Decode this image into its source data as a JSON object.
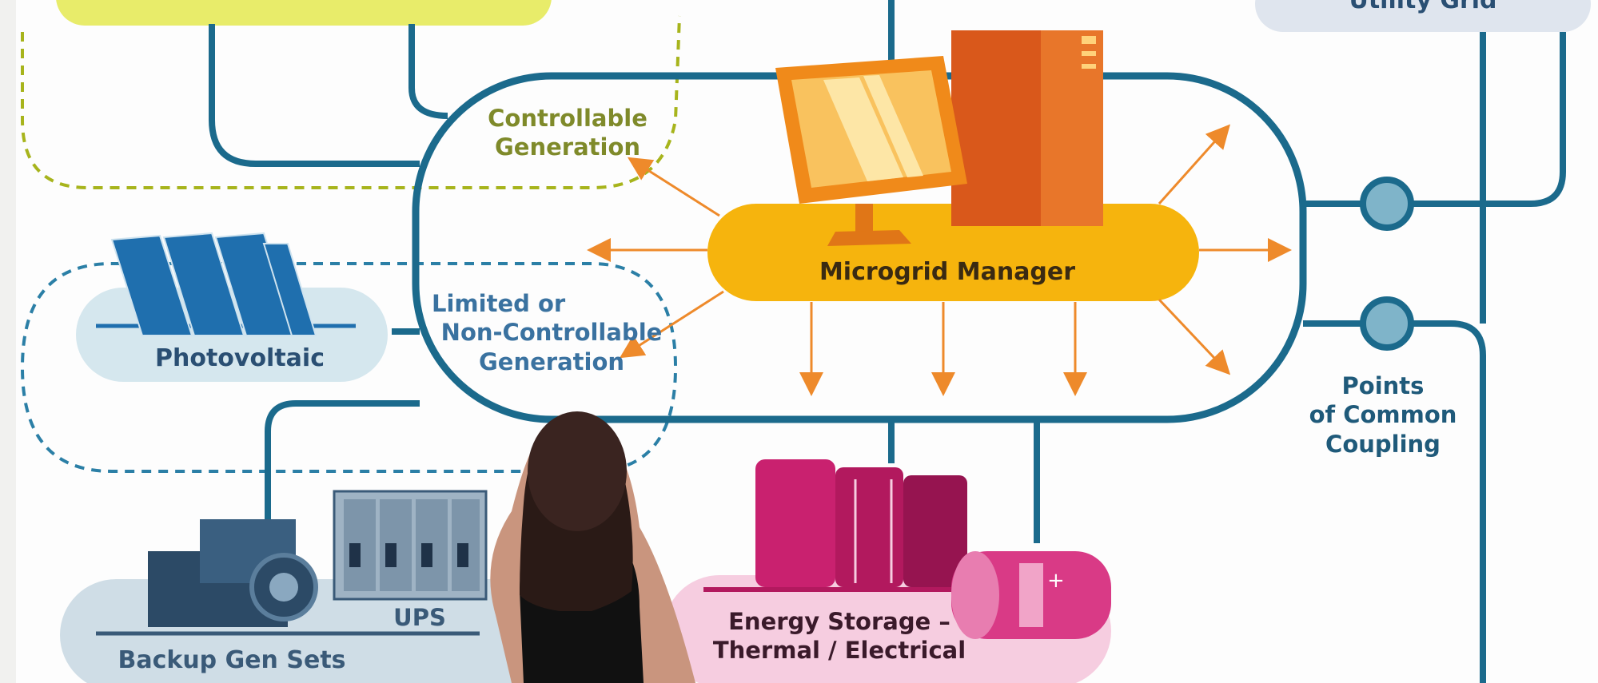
{
  "labels": {
    "controllable_generation": [
      "Controllable",
      "Generation"
    ],
    "photovoltaic": "Photovoltaic",
    "limited_generation": [
      "Limited or",
      "Non-Controllable",
      "Generation"
    ],
    "microgrid_manager": "Microgrid Manager",
    "points_of_common_coupling": [
      "Points",
      "of Common",
      "Coupling"
    ],
    "ups": "UPS",
    "backup_gen_sets": "Backup Gen Sets",
    "energy_storage": [
      "Energy Storage –",
      "Thermal / Electrical"
    ],
    "utility_grid_partial": "Utility Grid"
  },
  "colors": {
    "line_blue": "#1b6a8c",
    "green_dashed": "#a7b41c",
    "green_text": "#7f8a2a",
    "manager_yellow": "#f6b40d",
    "arrow_orange": "#ee8a2b",
    "monitor_orange": "#f08a1a",
    "tower_orange": "#d9581b",
    "panel_blue": "#1f6fae",
    "pill_blue": "#d5e7ee",
    "backup_pill": "#cfdde6",
    "storage_pink": "#c9216f",
    "storage_pill": "#f6cde0",
    "label_text": "#2a4f73",
    "coupling_node": "#7fb4c9",
    "background_strip": "#f1f1ef"
  },
  "icons": [
    "solar-panel-icon",
    "computer-monitor-icon",
    "server-tower-icon",
    "generator-icon",
    "ups-cabinet-icon",
    "storage-tank-icon",
    "battery-icon",
    "coupling-node-icon"
  ],
  "overlay": {
    "person": "woman-silhouette"
  }
}
